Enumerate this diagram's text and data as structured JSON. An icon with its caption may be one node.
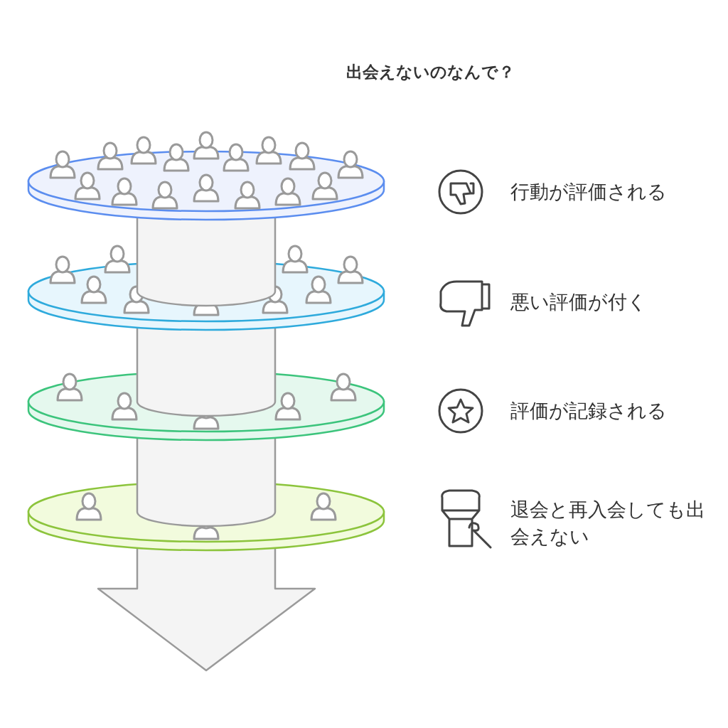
{
  "diagram": {
    "title": "出会えないのなんで？",
    "labels": [
      "行動が評価される",
      "悪い評価が付く",
      "評価が記録される",
      "退会と再入会しても出会えない"
    ]
  }
}
